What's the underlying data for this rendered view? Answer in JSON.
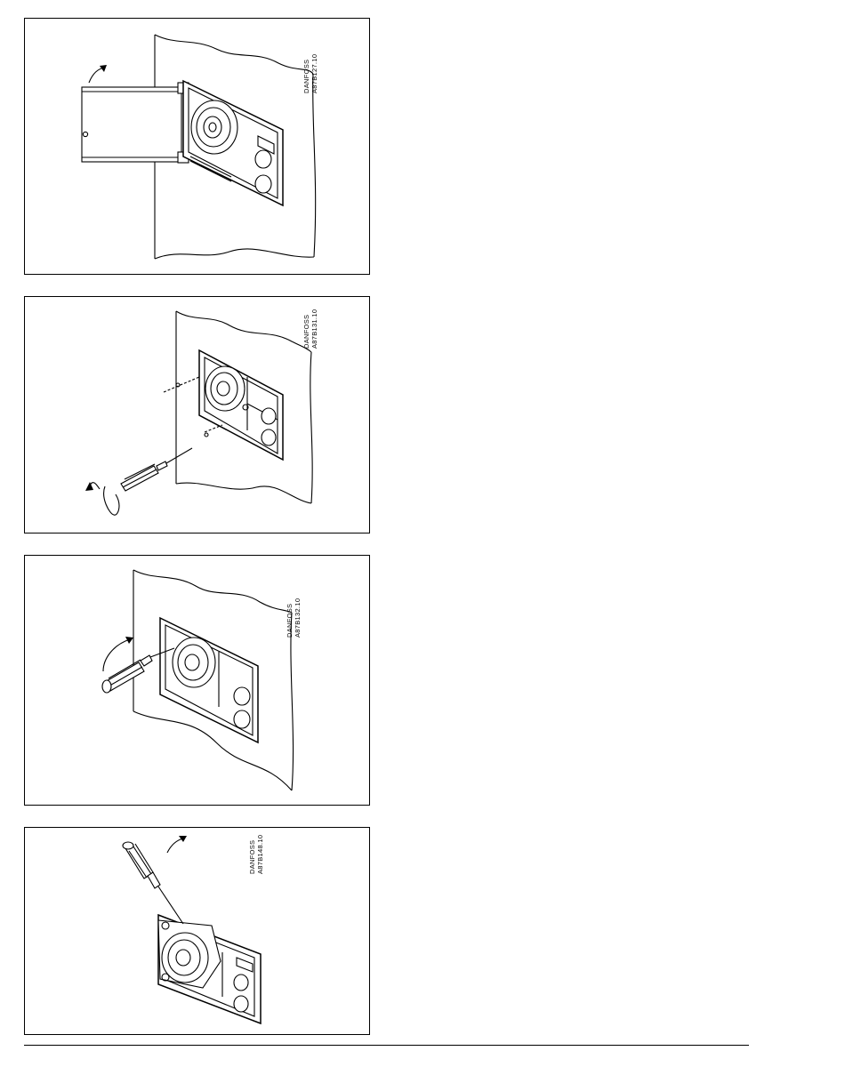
{
  "figures": [
    {
      "brand": "DANFOSS",
      "code": "A87B127.10"
    },
    {
      "brand": "DANFOSS",
      "code": "A87B131.10"
    },
    {
      "brand": "DANFOSS",
      "code": "A87B132.10"
    },
    {
      "brand": "DANFOSS",
      "code": "A87B148.10"
    }
  ]
}
